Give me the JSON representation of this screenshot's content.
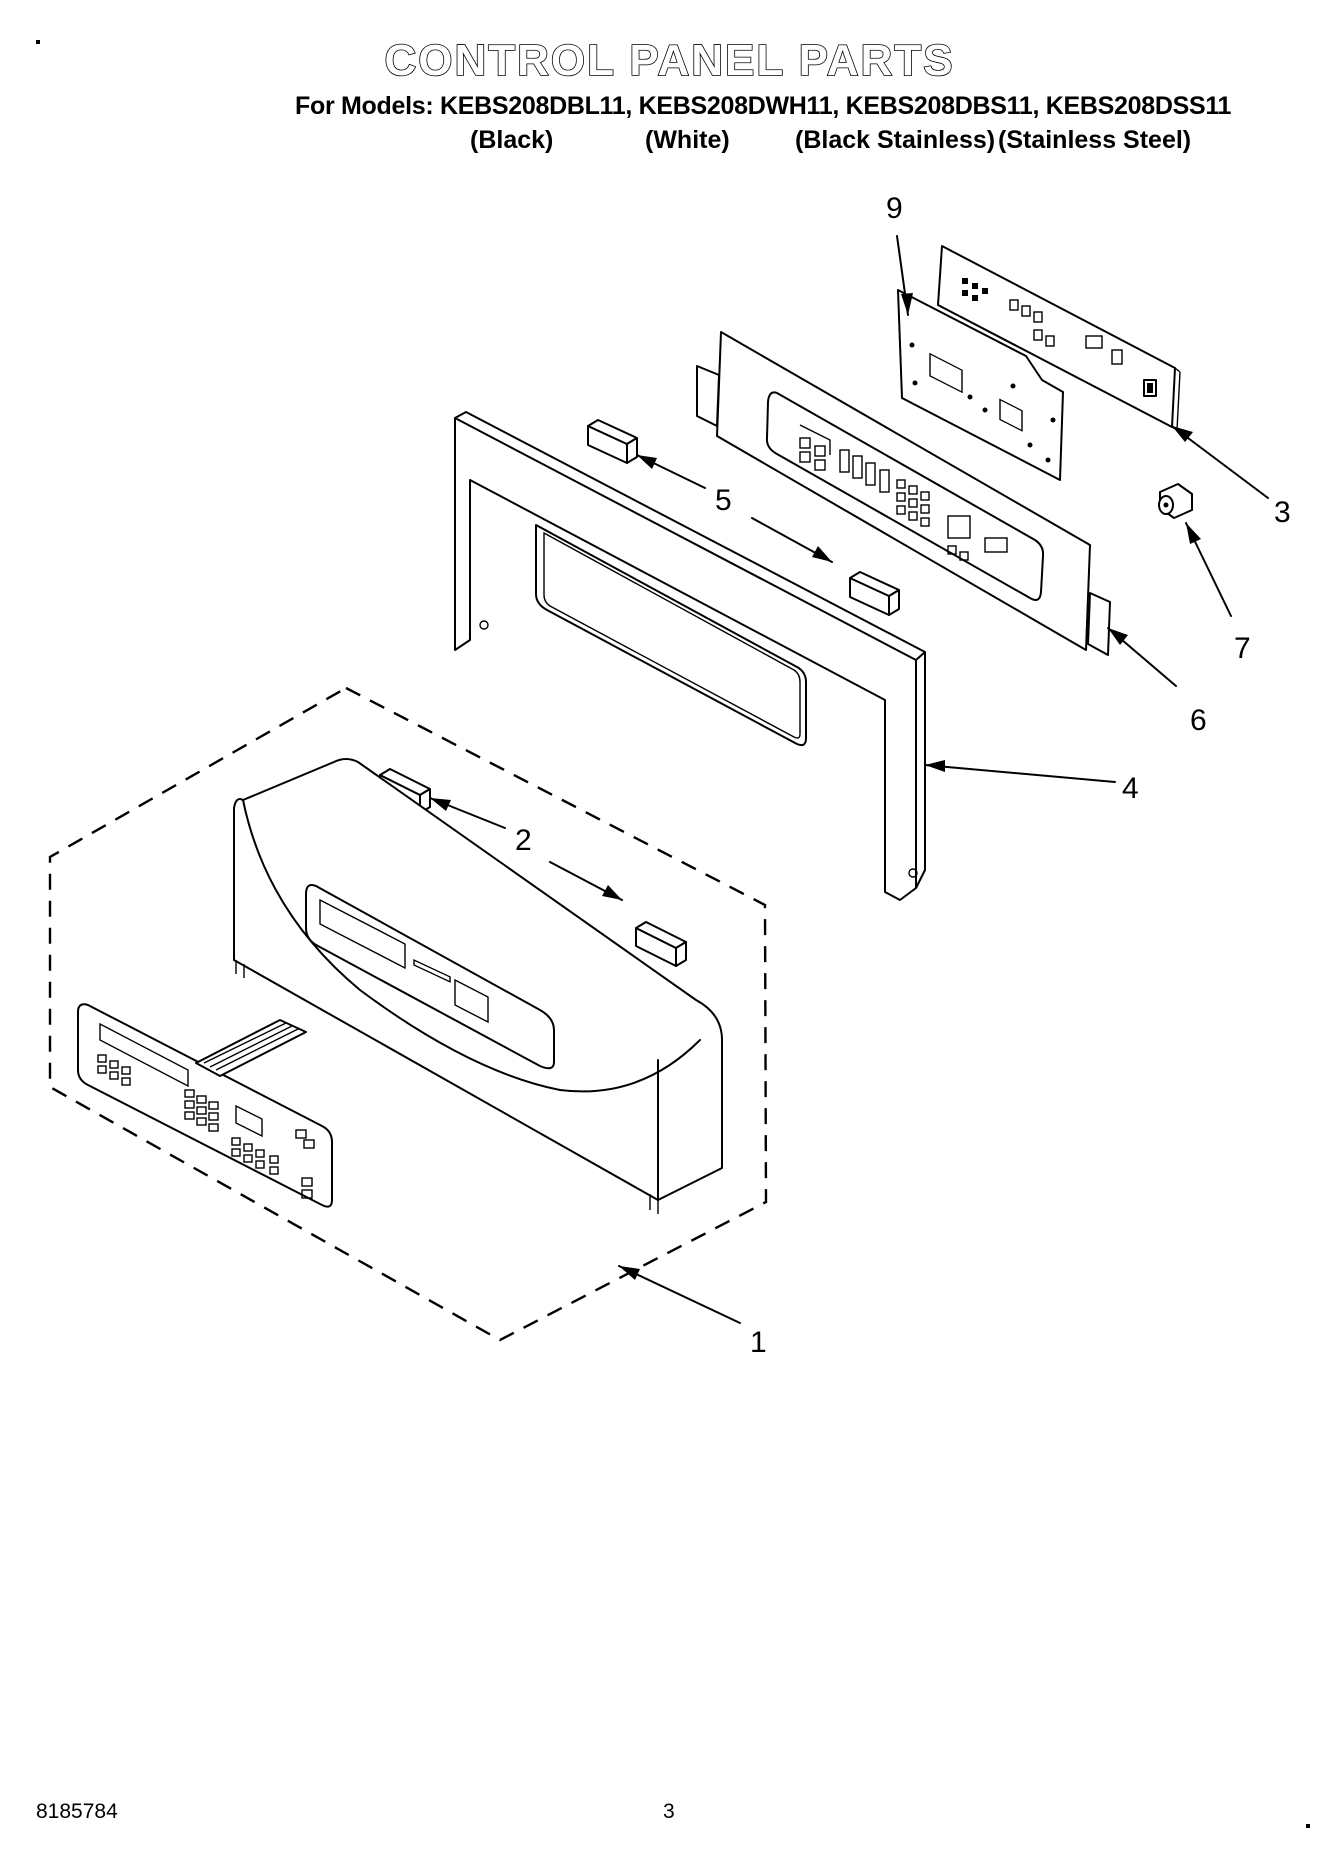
{
  "header": {
    "title": "CONTROL PANEL PARTS",
    "models_line": "For Models: KEBS208DBL11, KEBS208DWH11, KEBS208DBS11, KEBS208DSS11",
    "colors": [
      "(Black)",
      "(White)",
      "(Black Stainless)",
      "(Stainless Steel)"
    ]
  },
  "callouts": [
    "1",
    "2",
    "3",
    "4",
    "5",
    "6",
    "7",
    "9"
  ],
  "footer": {
    "doc_number": "8185784",
    "page_number": "3"
  }
}
